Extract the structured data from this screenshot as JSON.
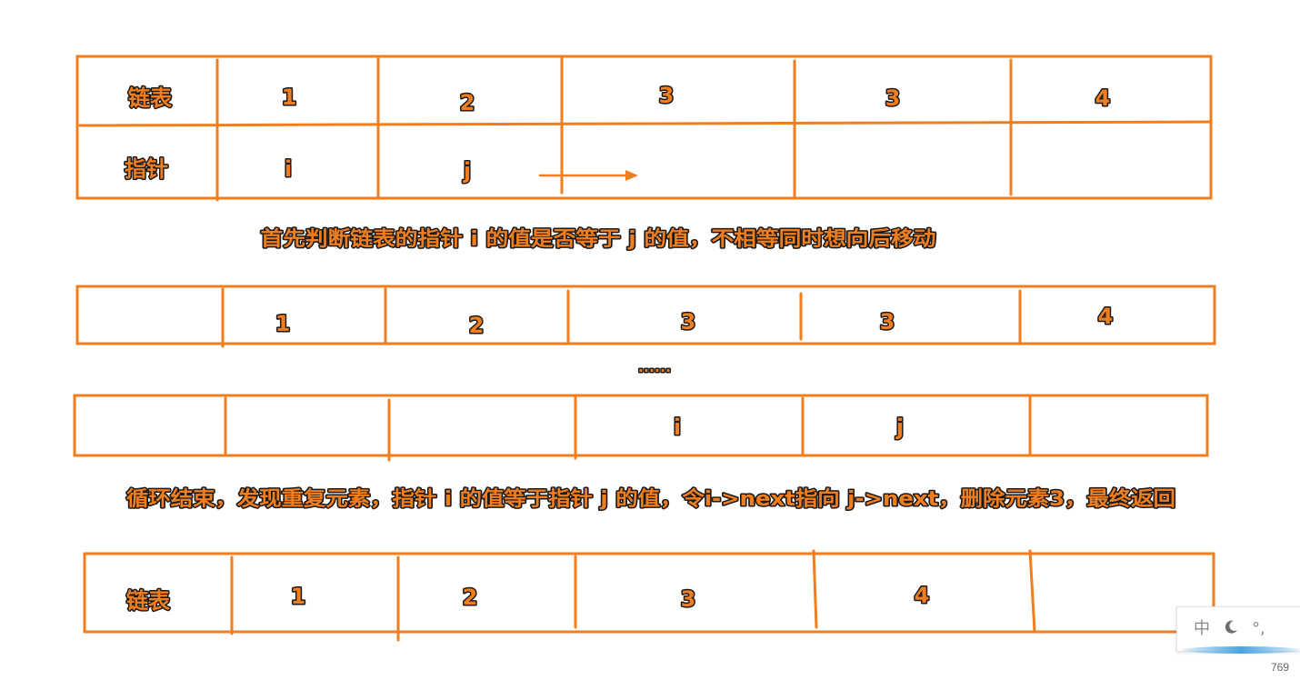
{
  "diagram": {
    "accent_color": "#f07d1e",
    "outline_color": "#1a1a1a",
    "table1": {
      "row1": [
        "链表",
        "1",
        "2",
        "3",
        "3",
        "4"
      ],
      "row2": [
        "指针",
        "i",
        "j",
        "",
        "",
        ""
      ]
    },
    "caption1": "首先判断链表的指针 i 的值是否等于 j 的值，不相等同时想向后移动",
    "table2": {
      "row1": [
        "",
        "1",
        "2",
        "3",
        "3",
        "4"
      ]
    },
    "ellipsis": "······",
    "table3": {
      "row1": [
        "",
        "",
        "",
        "i",
        "j",
        ""
      ]
    },
    "caption2": "循环结束，发现重复元素，指针 i 的值等于指针 j 的值，令i->next指向 j->next，删除元素3，最终返回",
    "table4": {
      "row1": [
        "链表",
        "1",
        "2",
        "3",
        "4",
        ""
      ]
    }
  },
  "ime": {
    "mode_char": "中",
    "moon_icon": "moon-icon",
    "punct_char": "°,"
  },
  "footer": {
    "count_text": "769"
  }
}
